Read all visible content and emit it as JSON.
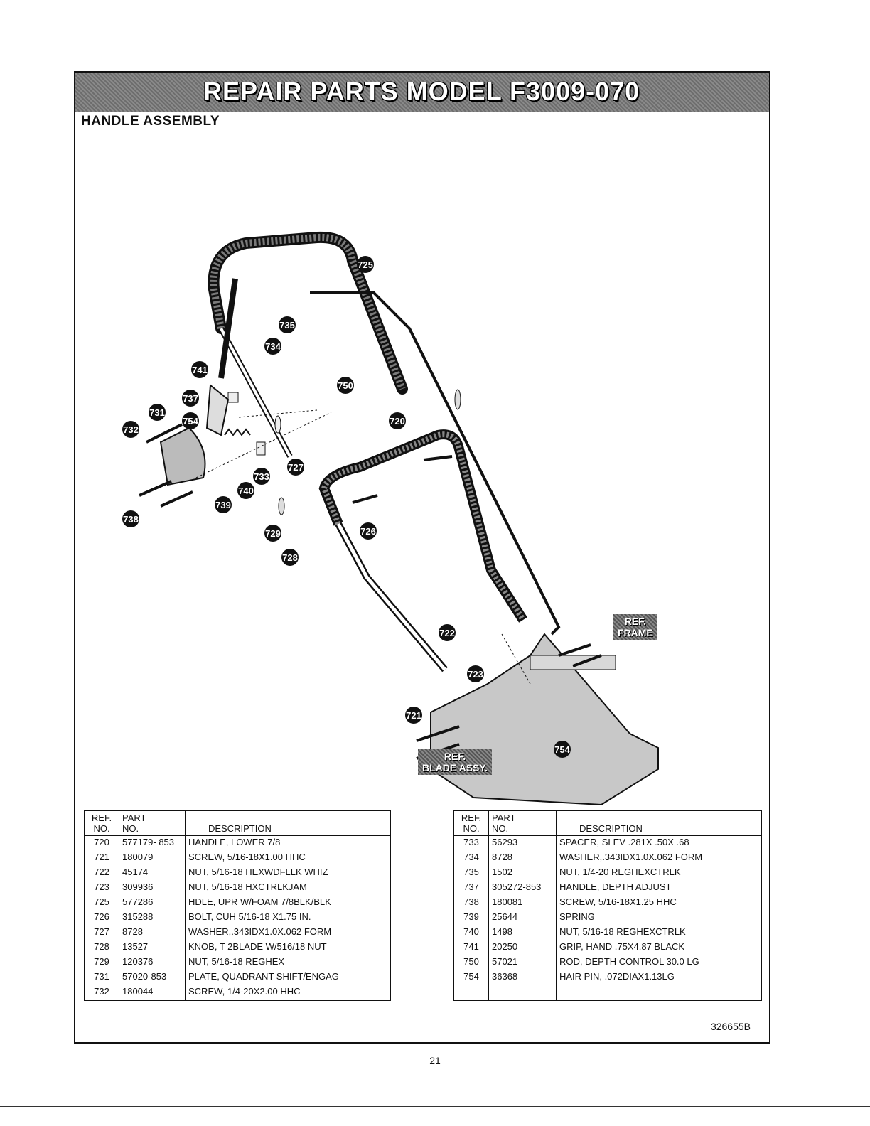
{
  "header": {
    "title": "REPAIR PARTS MODEL F3009-070",
    "subtitle": "HANDLE ASSEMBLY"
  },
  "diagram": {
    "callouts": [
      "725",
      "735",
      "734",
      "741",
      "750",
      "737",
      "731",
      "754",
      "720",
      "732",
      "727",
      "733",
      "740",
      "739",
      "726",
      "729",
      "728",
      "738",
      "722",
      "723",
      "721",
      "754"
    ],
    "ref_frame": [
      "REF.",
      "FRAME"
    ],
    "ref_blade": [
      "REF.",
      "BLADE ASSY."
    ]
  },
  "table_headers": {
    "ref_line1": "REF.",
    "ref_line2": "NO.",
    "part_line1": "PART",
    "part_line2": "NO.",
    "desc": "DESCRIPTION"
  },
  "table_left": [
    {
      "ref": "720",
      "part": "577179- 853",
      "desc": "HANDLE, LOWER 7/8"
    },
    {
      "ref": "721",
      "part": "180079",
      "desc": "SCREW, 5/16-18X1.00 HHC"
    },
    {
      "ref": "722",
      "part": "45174",
      "desc": "NUT, 5/16-18 HEXWDFLLK WHIZ"
    },
    {
      "ref": "723",
      "part": "309936",
      "desc": "NUT, 5/16-18 HXCTRLKJAM"
    },
    {
      "ref": "725",
      "part": "577286",
      "desc": "HDLE, UPR W/FOAM 7/8BLK/BLK"
    },
    {
      "ref": "726",
      "part": "315288",
      "desc": "BOLT, CUH 5/16-18 X1.75 IN."
    },
    {
      "ref": "727",
      "part": "8728",
      "desc": "WASHER,.343IDX1.0X.062 FORM"
    },
    {
      "ref": "728",
      "part": "13527",
      "desc": "KNOB, T 2BLADE W/516/18 NUT"
    },
    {
      "ref": "729",
      "part": "120376",
      "desc": "NUT, 5/16-18 REGHEX"
    },
    {
      "ref": "731",
      "part": "57020-853",
      "desc": "PLATE, QUADRANT SHIFT/ENGAG"
    },
    {
      "ref": "732",
      "part": "180044",
      "desc": "SCREW, 1/4-20X2.00 HHC"
    }
  ],
  "table_right": [
    {
      "ref": "733",
      "part": "56293",
      "desc": "SPACER, SLEV .281X .50X .68"
    },
    {
      "ref": "734",
      "part": "8728",
      "desc": "WASHER,.343IDX1.0X.062 FORM"
    },
    {
      "ref": "735",
      "part": "1502",
      "desc": "NUT, 1/4-20 REGHEXCTRLK"
    },
    {
      "ref": "737",
      "part": "305272-853",
      "desc": "HANDLE, DEPTH ADJUST"
    },
    {
      "ref": "738",
      "part": "180081",
      "desc": "SCREW, 5/16-18X1.25 HHC"
    },
    {
      "ref": "739",
      "part": "25644",
      "desc": "SPRING"
    },
    {
      "ref": "740",
      "part": "1498",
      "desc": "NUT, 5/16-18 REGHEXCTRLK"
    },
    {
      "ref": "741",
      "part": "20250",
      "desc": "GRIP, HAND .75X4.87 BLACK"
    },
    {
      "ref": "750",
      "part": "57021",
      "desc": "ROD, DEPTH CONTROL 30.0 LG"
    },
    {
      "ref": "754",
      "part": "36368",
      "desc": "HAIR PIN, .072DIAX1.13LG"
    }
  ],
  "doc_number": "326655B",
  "page_number": "21"
}
